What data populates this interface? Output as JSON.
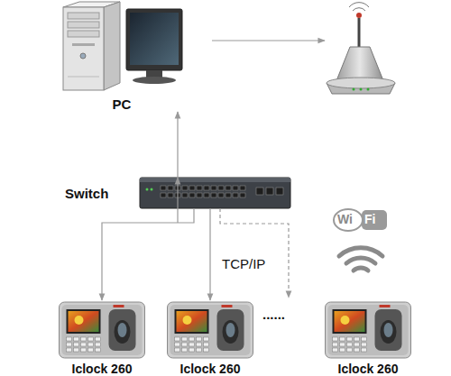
{
  "diagram": {
    "nodes": [
      {
        "text": [
          "PC"
        ]
      },
      {
        "text": [
          "Switch"
        ]
      },
      {
        "text": [
          "Iclock 260"
        ]
      },
      {
        "text": [
          "Iclock 260"
        ]
      },
      {
        "text": [
          "Iclock 260"
        ]
      }
    ],
    "edges": [
      {
        "from": 0,
        "to": 1,
        "arrow": "both"
      },
      {
        "from": 1,
        "to": 2,
        "arrow": "to"
      },
      {
        "from": 1,
        "to": 3,
        "arrow": "to"
      }
    ],
    "labels": [
      "TCP/IP",
      "......",
      "Wi",
      "Fi"
    ]
  }
}
